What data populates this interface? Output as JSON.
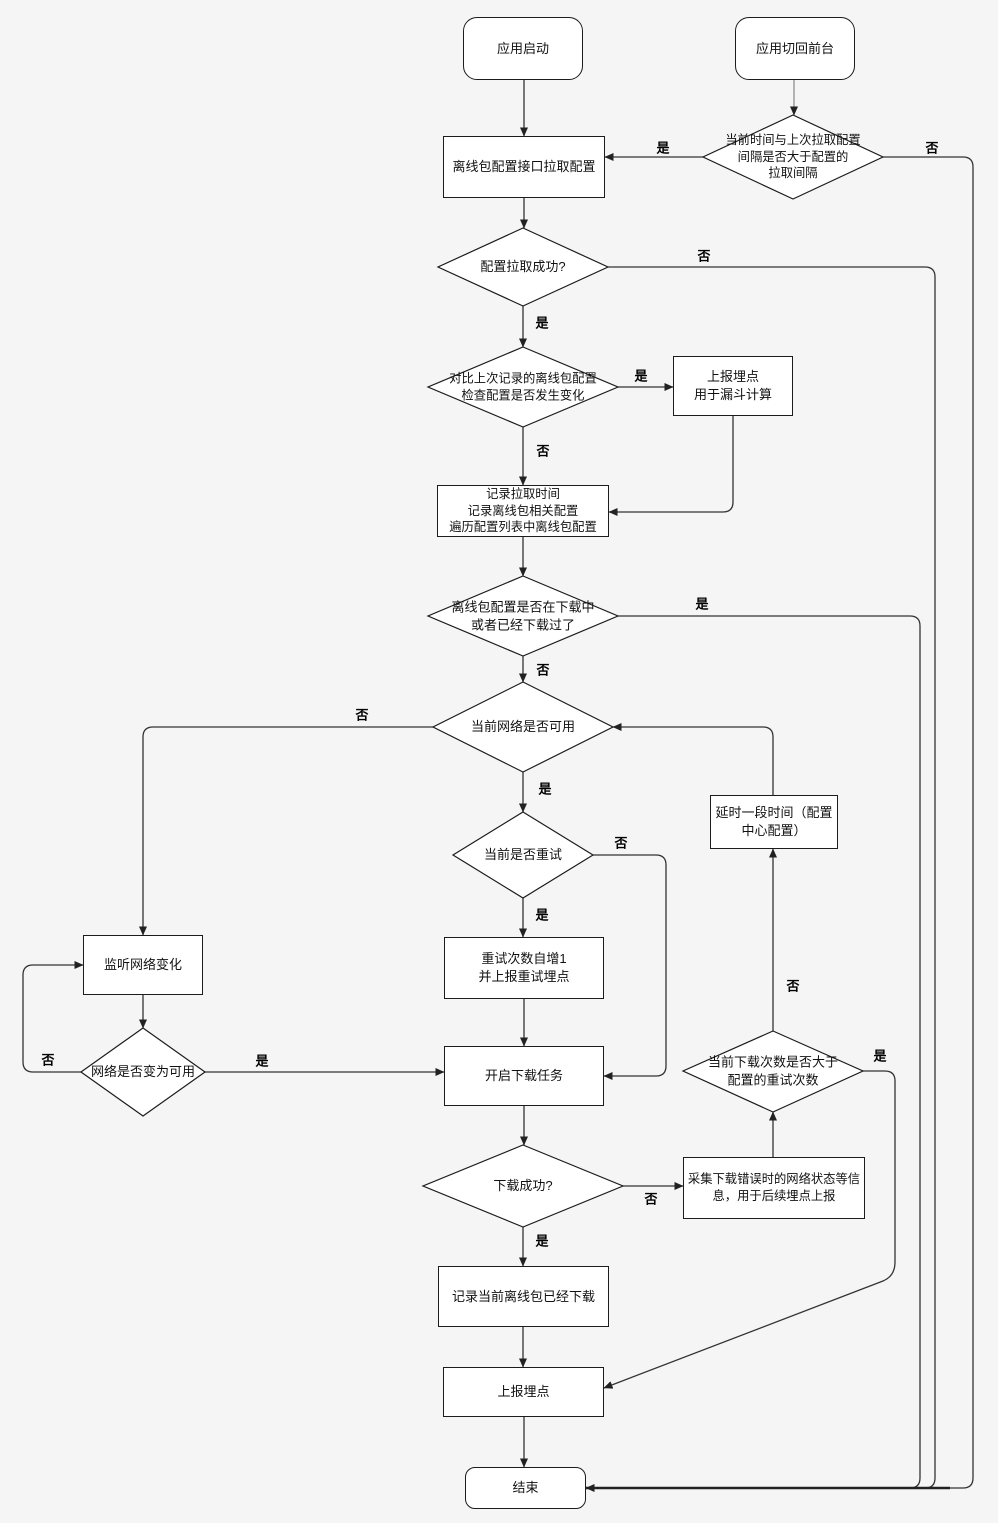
{
  "colors": {
    "background": "#f5f5f5",
    "node_fill": "#ffffff",
    "node_border": "#1c1c1c",
    "line": "#333333",
    "text": "#111111"
  },
  "nodes": {
    "app_start": {
      "label": "应用启动"
    },
    "app_foreground": {
      "label": "应用切回前台"
    },
    "pull_config": {
      "label": "离线包配置接口拉取配置"
    },
    "interval_check": {
      "label": "当前时间与上次拉取配置\n间隔是否大于配置的\n拉取间隔"
    },
    "pull_success": {
      "label": "配置拉取成功?"
    },
    "compare_config": {
      "label": "对比上次记录的离线包配置\n检查配置是否发生变化"
    },
    "report_funnel": {
      "label": "上报埋点\n用于漏斗计算"
    },
    "record_pull": {
      "label": "记录拉取时间\n记录离线包相关配置\n遍历配置列表中离线包配置"
    },
    "downloaded_check": {
      "label": "离线包配置是否在下载中\n或者已经下载过了"
    },
    "network_check": {
      "label": "当前网络是否可用"
    },
    "retry_check": {
      "label": "当前是否重试"
    },
    "delay": {
      "label": "延时一段时间（配置\n中心配置）"
    },
    "retry_inc": {
      "label": "重试次数自增1\n并上报重试埋点"
    },
    "start_download": {
      "label": "开启下载任务"
    },
    "listen_network": {
      "label": "监听网络变化"
    },
    "network_available": {
      "label": "网络是否变为可用"
    },
    "download_count_check": {
      "label": "当前下载次数是否大于\n配置的重试次数"
    },
    "download_success": {
      "label": "下载成功?"
    },
    "collect_error": {
      "label": "采集下载错误时的网络状态等信\n息，用于后续埋点上报"
    },
    "record_downloaded": {
      "label": "记录当前离线包已经下载"
    },
    "report_track": {
      "label": "上报埋点"
    },
    "end": {
      "label": "结束"
    }
  },
  "edge_labels": {
    "interval_yes": "是",
    "interval_no": "否",
    "pull_success_yes": "是",
    "pull_success_no": "否",
    "compare_yes": "是",
    "compare_no": "否",
    "downloaded_yes": "是",
    "downloaded_no": "否",
    "network_yes": "是",
    "network_no": "否",
    "retry_yes": "是",
    "retry_no": "否",
    "network_available_yes": "是",
    "network_available_no": "否",
    "download_count_yes": "是",
    "download_count_no": "否",
    "download_success_yes": "是",
    "download_success_no": "否"
  }
}
